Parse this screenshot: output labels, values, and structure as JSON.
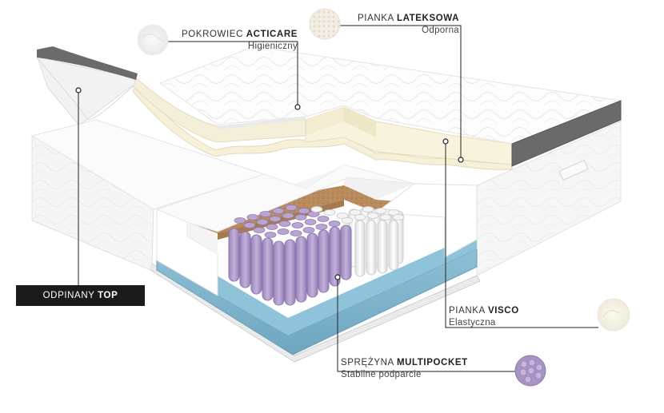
{
  "callouts": {
    "acticare": {
      "prefix": "POKROWIEC ",
      "bold": "ACTICARE",
      "sub": "Higieniczny"
    },
    "latex": {
      "prefix": "PIANKA ",
      "bold": "LATEKSOWA",
      "sub": "Odporna"
    },
    "top": {
      "prefix": "ODPINANY ",
      "bold": "TOP"
    },
    "visco": {
      "prefix": "PIANKA ",
      "bold": "VISCO",
      "sub": "Elastyczna"
    },
    "multipocket": {
      "prefix": "SPRĘŻYNA ",
      "bold": "MULTIPOCKET",
      "sub": "Stabilne podparcie"
    }
  },
  "icons": [
    "acticare-swatch-icon",
    "latex-swatch-icon",
    "visco-swatch-icon",
    "multipocket-swatch-icon"
  ],
  "colors": {
    "cover": "#f4f4f4",
    "gray_band": "#6a6a6a",
    "foam": "#fbfbfb",
    "latex": "#f5f0d6",
    "coconut": "#b8895a",
    "spring_purple": "#a992c6",
    "spring_white": "#f2f2f2",
    "base_blue": "#7fb3cc",
    "line": "#222222"
  }
}
